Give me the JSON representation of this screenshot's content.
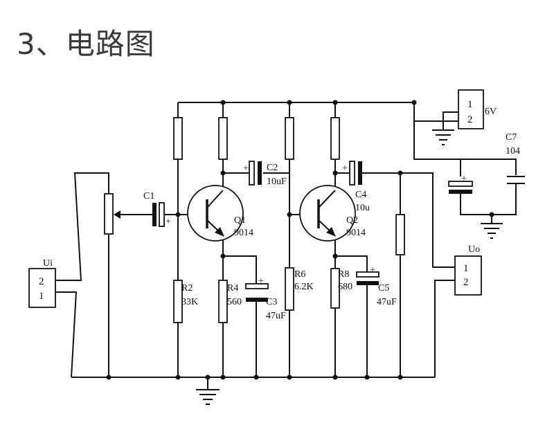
{
  "heading": "3、电路图",
  "components": {
    "r2": {
      "ref": "R2",
      "value": "33K"
    },
    "r4": {
      "ref": "R4",
      "value": "560"
    },
    "r6": {
      "ref": "R6",
      "value": "6.2K"
    },
    "r8": {
      "ref": "R8",
      "value": "680"
    },
    "c1": {
      "ref": "C1"
    },
    "c2": {
      "ref": "C2",
      "value": "10uF"
    },
    "c3": {
      "ref": "C3",
      "value": "47uF"
    },
    "c4": {
      "ref": "C4",
      "value": "10u"
    },
    "c5": {
      "ref": "C5",
      "value": "47uF"
    },
    "c7": {
      "ref": "C7",
      "value": "104"
    },
    "q1": {
      "ref": "Q1",
      "value": "9014"
    },
    "q2": {
      "ref": "Q2",
      "value": "9014"
    }
  },
  "connectors": {
    "input": {
      "label": "Ui",
      "pin_top": "2",
      "pin_bottom": "1"
    },
    "output": {
      "label": "Uo",
      "pin_top": "1",
      "pin_bottom": "2"
    },
    "power": {
      "label": "6V",
      "pin_top": "1",
      "pin_bottom": "2"
    }
  },
  "polarity_mark": "+"
}
